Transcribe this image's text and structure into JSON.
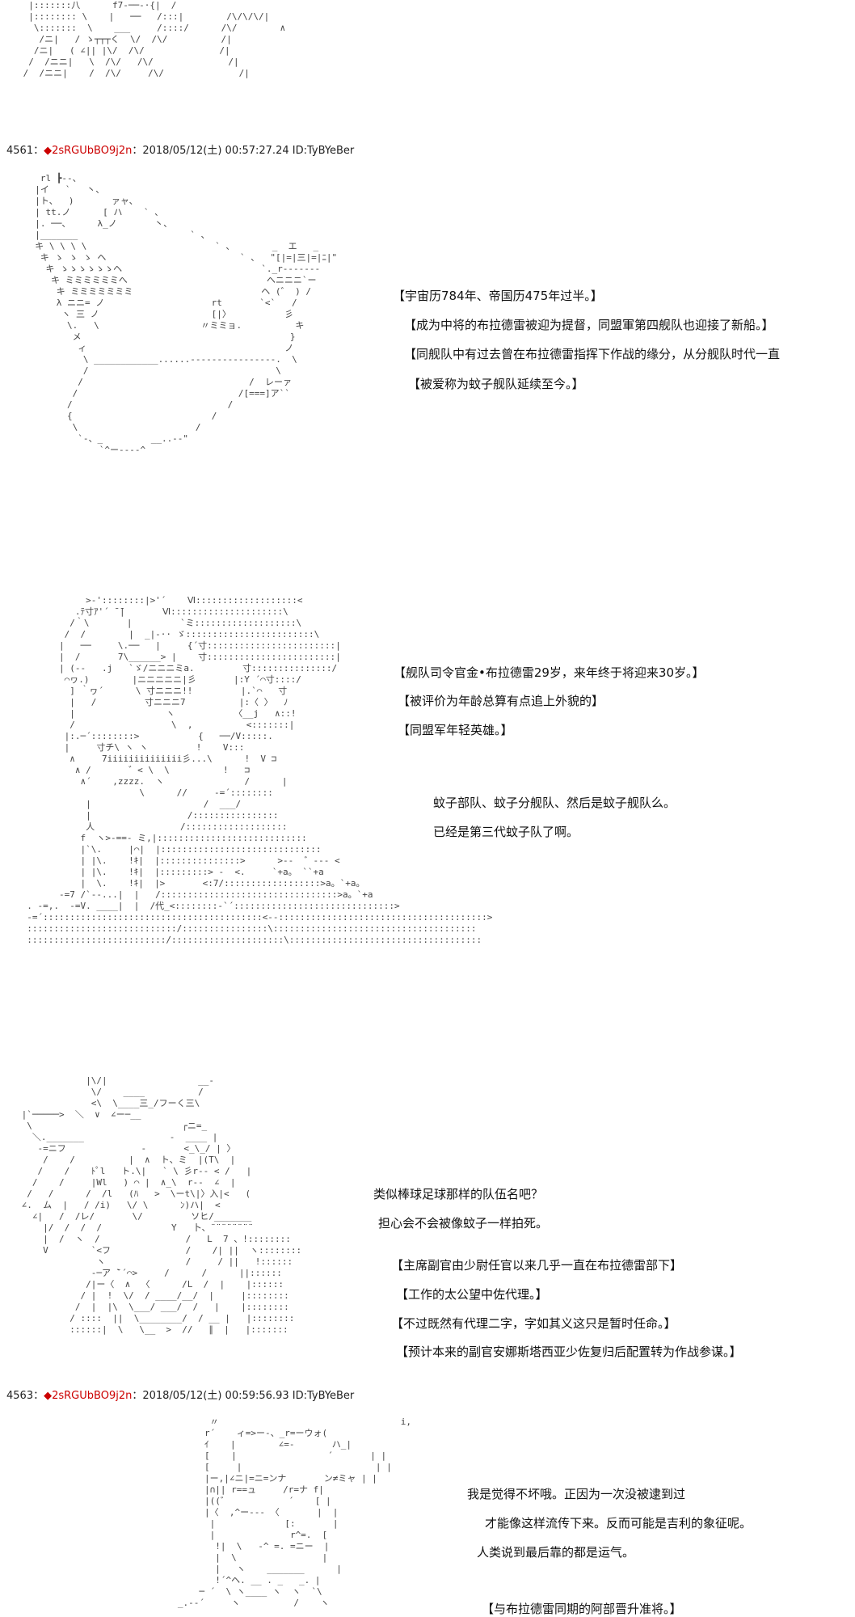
{
  "posts": [
    {
      "number": "4561",
      "sep": "：",
      "diamond": "◆",
      "trip": "2sRGUbBO9j2n",
      "meta": "：2018/05/12(土) 00:57:27.24 ID:TyBYeBer"
    },
    {
      "number": "4563",
      "sep": "：",
      "diamond": "◆",
      "trip": "2sRGUbBO9j2n",
      "meta": "：2018/05/12(土) 00:59:56.93 ID:TyBYeBer"
    }
  ],
  "narration": {
    "p1": [
      "【宇宙历784年、帝国历475年过半。】",
      "【成为中将的布拉德雷被迎为提督，同盟軍第四舰队也迎接了新船。】",
      "【同舰队中有过去曾在布拉德雷指挥下作战的缘分，从分舰队时代一直",
      "【被爱称为蚊子舰队延续至今。】"
    ],
    "p2": [
      "【舰队司令官金•布拉德雷29岁，来年终于将迎来30岁。】",
      "【被评价为年龄总算有点追上外貌的】",
      "【同盟军年轻英雄。】"
    ],
    "p2_speech": [
      "蚊子部队、蚊子分舰队、然后是蚊子舰队么。",
      "已经是第三代蚊子队了啊。"
    ],
    "p3_speech": [
      "类似棒球足球那样的队伍名吧？",
      "担心会不会被像蚊子一样拍死。"
    ],
    "p3": [
      "【主席副官由少尉任官以来几乎一直在布拉德雷部下】",
      "【工作的太公望中佐代理。】",
      "【不过既然有代理二字，字如其义这只是暂时任命。】",
      "【预计本来的副官安娜斯塔西亚少佐复归后配置转为作战参谋。】"
    ],
    "p4_speech": [
      "我是觉得不坏哦。正因为一次没被逮到过",
      "才能像这样流传下来。反而可能是吉利的象征呢。",
      "人类说到最后靠的都是运气。"
    ],
    "p4": [
      "【与布拉德雷同期的阿部晋升准将。】"
    ]
  },
  "ascii_art": {
    "a0": "  |:::::::八      f7-──-·{|  /\n  |:::::::: \\    |   ──   /:::|        /\\/\\/\\/|\n   \\:::::::  \\    ___     /::::/      /\\/        ∧\n    /ニ|   / ゝ┬┬┬く  \\/  /\\/          /|\n   /ニ|   ( ∠|| |\\/  /\\/              /|\n  /  /ニニ|   \\  /\\/   /\\/              /|\n /  /ニニ|    /  /\\/     /\\/              /|",
    "a1": "   rl ┣--、\n  |イ   `   丶、\n  |ト、  )       ァャ、\n  | tt.ノ      [ ハ    ` 、\n  |. ──、     λ_ノ       丶、\n  |_______                     ` 、\n  キ \\ \\ \\ \\                        ` 、       _  エ   _\n   キ ゝ ゝ ゝ ヘ                         ` 、  \"[|=|三|=|ﾆ|\"\n    キ ゝゝゝゝゝゝヘ                          `._r-------\n     キ ミミミミミミへ                          ヘニニニ`ー\n      キ ミミミミミミミ                        ヘ (゛ ) /\n      λ ニニ= ノ                    rt       `<`   /\n       ヽ 三 ノ                     [|〉          彡\n        \\.   \\                   〃ミミョ.          キ\n         メ                                       }\n          ィ                                     ノ\n           \\ ____________......----------------.  \\\n           /                                   \\\n          /                               /  レーァ\n         /                              /[===]ア``\n        /                             /\n        {                          /\n         \\                      /\n          `-、_         __..-‐\"\n              `^ー---‐^",
    "a2": "             >‐'::::::::|>'´    Ⅵ:::::::::::::::::::<\n           .ﾃ寸ｱ'´ ̄ ̄|       Ⅵ:::::::::::::::::::::\\\n          /｀\\       |         `ミ:::::::::::::::::::\\\n         /  /        |  _|-·· ゞ::::::::::::::::::::::::\\\n        |   ──     \\.──   |     {´寸::::::::::::::::::::::::|\n        |  /       7\\______> |    寸::::::::::::::::::::::::|\n        | (--   .j   `ゞ/ニニニミa.         寸:::::::::::::::/\n         ⌒ヮ.)        |ニニニニニ|彡       |:Y ´⌒寸::::/\n          ] ｀ヮ´      \\ 寸ニニニ!!         |.`⌒   寸\n          |   /         寸ニニニ7          |:〈 〉  ﾉ\n          |                 ヽ           〈__j   ∧::!\n          /                  \\  ,          <:::::::|\n         |:.─´::::::::>           {   ──/V:::::.\n         |     寸チ\\ ヽ ヽ         !    V:::\n          ∧     7iiiiiiiiiiiiii彡...\\      !  V ⊐\n           ∧ /       ゛< \\  \\          !   ⊐\n            ∧´    ,zzzz.  ヽ               /      |\n                       \\      //     -=´::::::::\n             |                     /  ___/\n             |                  /::::::::::::::::\n             人                /:::::::::::::::::::\n            f  ヽ>-==- ミ,|::::::::::::::::::::::::::::\n            |`\\.     |⌒|  |::::::::::::::::::::::::::::::\n            | |\\.    !ｷ|  |:::::::::::::::>      >--  ゛‐-- <\n            | |\\.    !ｷ|  |:::::::::> -  <.     `+a。 ``+a\n            |  \\.    !ｷ|  |>       <:7/::::::::::::::::::>a。`+a。\n        -=7 /`--...|  |   /:::::::::::::::::::::::::::::::::>a。`+a\n  . -=,.  -=V. ____|  |  /代_<::::::::-`´::::::::::::::::::::::::::::::>\n  -=´:::::::::::::::::::::::::::::::::::::::::<--:::::::::::::::::::::::::::::::::::::::>\n  ::::::::::::::::::::::::::::/::::::::::::::::\\::::::::::::::::::::::::::::::::::::::\n  ::::::::::::::::::::::::::/:::::::::::::::::::::\\::::::::::::::::::::::::::::::::::::",
    "a3": "             |\\/|                 __-\n              \\/    ____          /\n              <\\  \\____三_/フーく三\\\n |`─────>  ＼  ∨  ∠ー─__\n  \\                            ┌ニ=_\n   ＼._______                -  ____ |\n    -=ニフ              -       <_\\_/ | 〉\n     /    /          |  ∧  ト、ミ  |(T\\  |\n    /    /    ﾄﾟl   ト.\\|   ` \\ 彡r-‐ < /   |\n   /    /     |Wl   ) ⌒ |  ∧_\\  r-‐  ∠  |\n  /   /      /  /l   (ﾊ   >  \\ーt\\|〉入|<   (\n ∠.  ム  |   / /i)   \\/ \\      ﾝ)ハ|  <\n   ∠|   /  /レ/       \\/         ソヒ/_______\n     |/  /  /  /             Y   卜、¨¨¨¨¨¨¨¨\n     |  /  ヽ  /                /   L  7 、!::::::::\n     V        `<フ              /    /| ||  ヽ::::::::\n               ヽ               /     / ||   !::::::\n              -─ア ̄`´⌒>     /      /      ||::::::\n             /|ー〈  ∧  〈      /L  /  |    |::::::\n            / |  !  \\/  / ____/__/  |     |::::::::\n           /  |  |\\  \\___/ ___/  /   |    |::::::::\n          / ::::  ||  \\________/  / __ |   |::::::::\n          ::::::|  \\   \\__  >  //   ∥  |   |:::::::",
    "a4": "         〃                                  i,\n        r´    ィ=>ー‐、_r=ーウォ(\n        ｲ    |        ∠=-       ハ_|\n        [    |                 ´       | |\n        [     |                         | |\n        |ー,|∠ニ|=ニ=ンナ       ン≠ミャ | |\n        |∩|| r==ュ     /r=ナ f|\n        |((゛           ´    [ |\n        |〈  ,^ー--- 〈       |  |\n         |             [:       |\n         |              r^=.  [\n          !|  \\   ‐^ =. =ニー  |\n          |  \\                |\n          |   ヽ    _______      |\n          !´^ヘ. __ . _   _. |\n       ─ ´  \\ ヽ____ ヽ  ヽ  `\\\n   _.-‐´     ヽ          /    ヽ"
  }
}
